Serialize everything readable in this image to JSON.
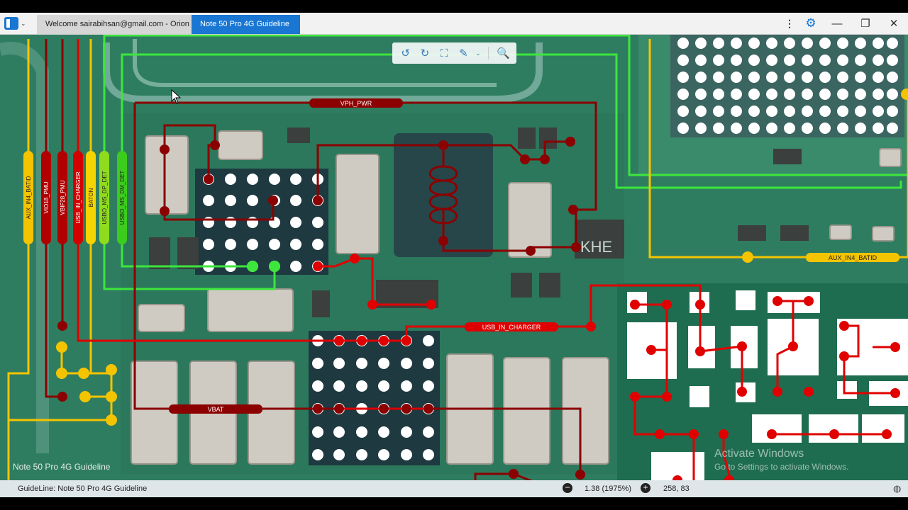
{
  "tabs": [
    {
      "label": "Welcome sairabihsan@gmail.com - Orion",
      "active": false
    },
    {
      "label": "Note 50 Pro 4G Guideline",
      "active": true
    }
  ],
  "window_controls": {
    "more": "⋮",
    "settings": "⚙",
    "minimize": "—",
    "maximize": "❐",
    "close": "✕"
  },
  "toolbar": {
    "rotate_left": "↺",
    "rotate_right": "↻",
    "fit": "⛶",
    "highlight": "✎",
    "highlight_menu": "⌄",
    "search": "🔍"
  },
  "labels": {
    "vph_pwr": "VPH_PWR",
    "usb_in_charger": "USB_IN_CHARGER",
    "vbat": "VBAT",
    "aux_in4_batid": "AUX_IN4_BATID"
  },
  "vertical_labels": [
    {
      "text": "AUX_IN4_BATID",
      "color": "#f5c400"
    },
    {
      "text": "VIO18_PMU",
      "color": "#b00000"
    },
    {
      "text": "VBIF28_PMU",
      "color": "#b00000"
    },
    {
      "text": "USB_IN_CHARGER",
      "color": "#d40000"
    },
    {
      "text": "BATON",
      "color": "#f5d400"
    },
    {
      "text": "USBO_MS_DP_DET",
      "color": "#8fdc1e"
    },
    {
      "text": "USBO_MS_DM_DET",
      "color": "#3ccc1e"
    }
  ],
  "board_marking": "KHE",
  "watermark": "Note 50 Pro 4G Guideline",
  "activate": {
    "title": "Activate Windows",
    "subtitle": "Go to Settings to activate Windows."
  },
  "status": {
    "guideline": "GuideLine: Note 50 Pro 4G Guideline",
    "zoom_out": "−",
    "zoom": "1.38 (1975%)",
    "zoom_in": "+",
    "coords": "258, 83",
    "globe": "◍"
  },
  "colors": {
    "accent": "#1976d2",
    "trace_red": "#e00000",
    "trace_darkred": "#8b0000",
    "trace_green": "#3ce63c",
    "trace_yellow": "#f5c400",
    "board": "#2d7a5e"
  }
}
